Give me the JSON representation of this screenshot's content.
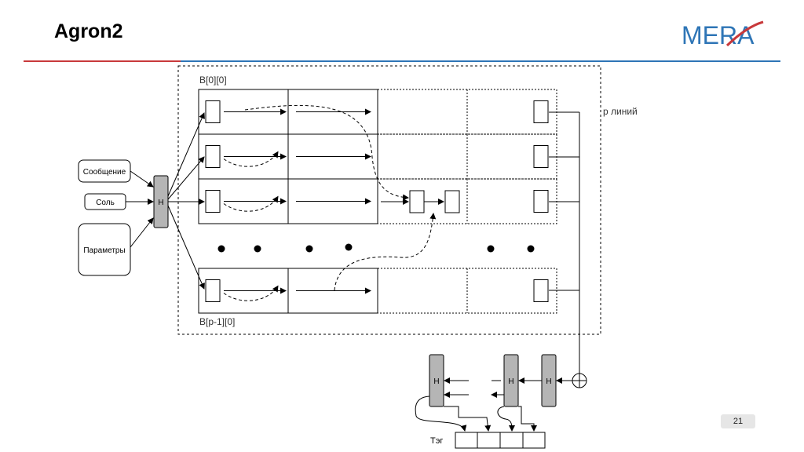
{
  "header": {
    "title": "Agron2",
    "logo_text": "MERA",
    "colors": {
      "red": "#c8393b",
      "blue": "#2e75b6"
    }
  },
  "diagram": {
    "label_first_block": "B[0][0]",
    "label_last_block": "B[p-1][0]",
    "label_lanes": "p линий",
    "inputs": [
      "Сообщение",
      "Соль",
      "Параметры"
    ],
    "hash_label": "H",
    "tag_label": "Тэг"
  },
  "footer": {
    "page_number": "21"
  }
}
